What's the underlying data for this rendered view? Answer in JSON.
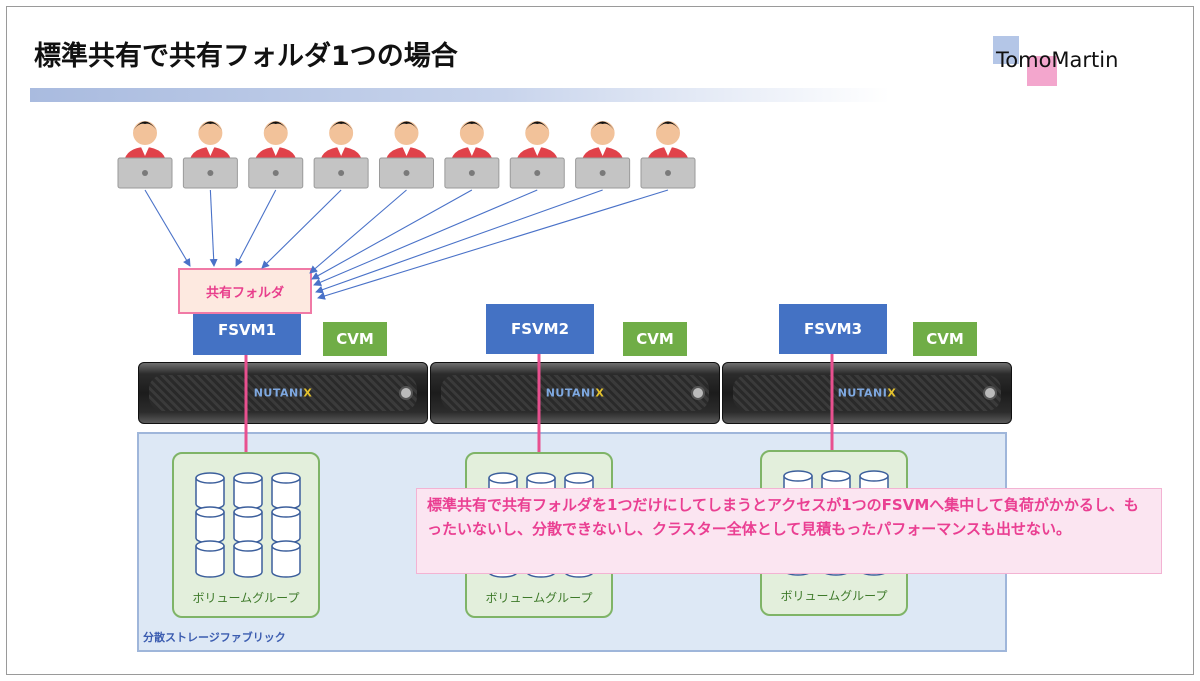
{
  "title": "標準共有で共有フォルダ1つの場合",
  "logo": {
    "text": "TomoMartin"
  },
  "users": {
    "count": 9,
    "icon": "user-laptop-icon"
  },
  "shared_folder": {
    "label": "共有フォルダ"
  },
  "nodes": [
    {
      "fsvm": "FSVM1",
      "cvm": "CVM",
      "server_brand": "NUTANIX"
    },
    {
      "fsvm": "FSVM2",
      "cvm": "CVM",
      "server_brand": "NUTANIX"
    },
    {
      "fsvm": "FSVM3",
      "cvm": "CVM",
      "server_brand": "NUTANIX"
    }
  ],
  "volume_groups": [
    {
      "label": "ボリュームグループ"
    },
    {
      "label": "ボリュームグループ"
    },
    {
      "label": "ボリュームグループ"
    }
  ],
  "fabric": {
    "label": "分散ストレージファブリック"
  },
  "callout": {
    "text": "標準共有で共有フォルダを1つだけにしてしまうとアクセスが1つのFSVMへ集中して負荷がかかるし、もったいないし、分散できないし、クラスター全体として見積もったパフォーマンスも出せない。"
  },
  "colors": {
    "accent_pink": "#ea3f92",
    "fsvm_blue": "#4472c4",
    "cvm_green": "#70ad47",
    "fabric_bg": "#dde8f5"
  }
}
